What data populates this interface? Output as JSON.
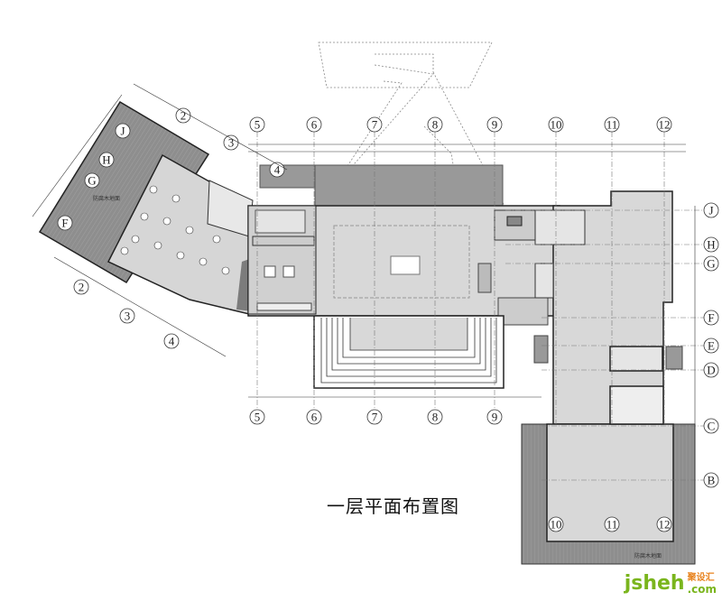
{
  "drawing": {
    "title": "一层平面布置图",
    "grid_columns_top": [
      "5",
      "6",
      "7",
      "8",
      "9",
      "10",
      "11",
      "12"
    ],
    "grid_columns_bottom": [
      "5",
      "6",
      "7",
      "8",
      "9"
    ],
    "grid_columns_inner": [
      "10",
      "11",
      "12"
    ],
    "grid_rows_right": [
      "J",
      "H",
      "G",
      "F",
      "E",
      "D",
      "C",
      "B"
    ],
    "left_wing_rows": [
      "J",
      "H",
      "G",
      "F"
    ],
    "left_wing_columns": [
      "2",
      "3",
      "4"
    ],
    "left_wing_bottom_columns": [
      "2",
      "3",
      "4"
    ],
    "deck_label": "防腐木地面",
    "deck_label_right": "防腐木地面"
  },
  "watermark": {
    "brand_latin": "jsheh",
    "brand_suffix": ".com",
    "brand_cn": "聚设汇"
  },
  "colors": {
    "dark_fill": "#8f8f8f",
    "light_fill": "#d9d9d9",
    "line": "#222222",
    "logo_green": "#7ab51d",
    "logo_orange": "#e8831e"
  }
}
